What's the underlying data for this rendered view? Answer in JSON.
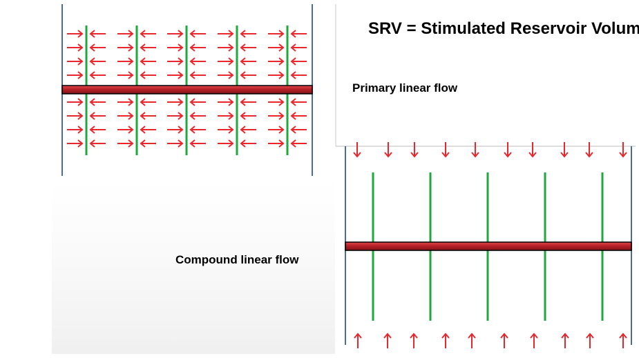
{
  "title": "SRV = Stimulated Reservoir Volume",
  "labels": {
    "primary": "Primary linear flow",
    "compound": "Compound linear flow"
  },
  "colors": {
    "wellbore_fill": "#c0272d",
    "wellbore_edge": "#000000",
    "fracture": "#1fa83c",
    "flow_arrow": "#e8262b",
    "boundary": "#4a6aa0"
  },
  "panels": {
    "left": {
      "fracture_count": 5,
      "arrow_rows_per_side": 4,
      "arrow_style": "horizontal converging to fractures"
    },
    "right": {
      "fracture_count": 5,
      "top_arrows": 10,
      "bottom_arrows": 10,
      "arrow_style": "vertical toward fracture region"
    }
  }
}
